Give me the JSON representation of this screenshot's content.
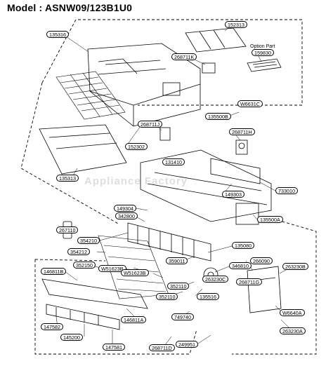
{
  "model_label": "Model : ASNW09/123B1U0",
  "option_part_label": "Option Part",
  "watermark": "Appliance Factory",
  "parts": [
    "135316",
    "152313",
    "159830",
    "268711K",
    "W6631C",
    "135500B",
    "268711H",
    "268711J",
    "152302",
    "135313",
    "131410",
    "149303",
    "733010",
    "149304",
    "135500A",
    "342800",
    "267110",
    "354210",
    "135080",
    "354212",
    "359011",
    "266090",
    "352150",
    "W51623B",
    "346810",
    "263230B",
    "146811B",
    "W51623B",
    "352110",
    "263230C",
    "268711G",
    "135516",
    "352110",
    "W6640A",
    "146811A",
    "749740",
    "147582",
    "145200",
    "263230A",
    "147581",
    "268711D",
    "249951"
  ],
  "colors": {
    "ink": "#000000",
    "paper": "#ffffff"
  }
}
